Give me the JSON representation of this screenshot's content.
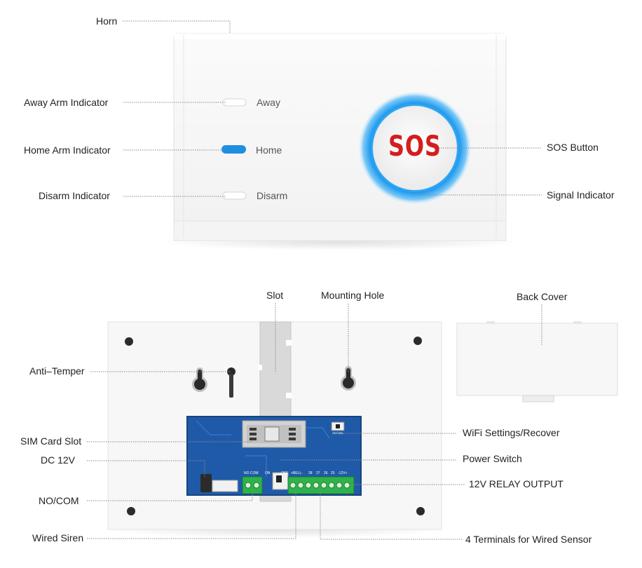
{
  "front_panel": {
    "indicator_labels": {
      "away": "Away",
      "home": "Home",
      "disarm": "Disarm"
    },
    "sos_text": "SOS",
    "home_led_color": "#1e8fe0",
    "sos_text_color": "#d41e1e",
    "ring_color": "#2aa3f2"
  },
  "back_panel": {
    "pcb_color": "#1f5aa8",
    "terminal_color": "#2fb24a",
    "pcb_labels": {
      "nocom": "NO COM",
      "on": "ON",
      "off": "OFF",
      "bell": "+BELL-",
      "z28": "28",
      "z27": "27",
      "z26": "26",
      "z25": "25",
      "v12": "-12V+",
      "wifi": "SET.DEL"
    }
  },
  "callouts": {
    "horn": "Horn",
    "away_arm": "Away Arm Indicator",
    "home_arm": "Home Arm Indicator",
    "disarm": "Disarm Indicator",
    "sos_button": "SOS Button",
    "signal": "Signal Indicator",
    "slot": "Slot",
    "mounting_hole": "Mounting Hole",
    "back_cover": "Back Cover",
    "anti_temper": "Anti–Temper",
    "sim_slot": "SIM Card Slot",
    "dc12v": "DC 12V",
    "nocom": "NO/COM",
    "wired_siren": "Wired Siren",
    "wifi_settings": "WiFi Settings/Recover",
    "power_switch": "Power Switch",
    "relay_output": "12V RELAY OUTPUT",
    "wired_sensor": "4 Terminals for Wired Sensor"
  }
}
